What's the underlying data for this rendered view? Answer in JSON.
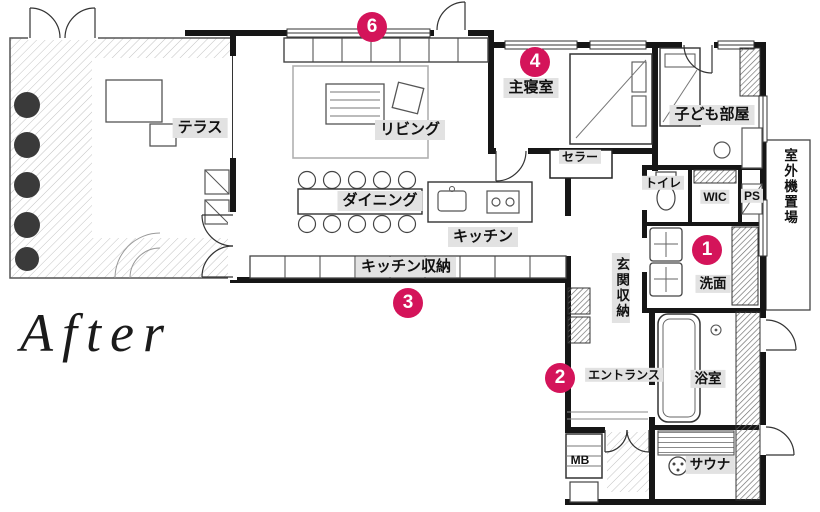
{
  "title": "After",
  "ui_colors": {
    "accent": "#d4145a",
    "label_bg": "#e2e2e2",
    "wall": "#161616"
  },
  "rooms": [
    {
      "id": "terrace",
      "label": "テラス"
    },
    {
      "id": "living",
      "label": "リビング"
    },
    {
      "id": "dining",
      "label": "ダイニング"
    },
    {
      "id": "kitchen",
      "label": "キッチン"
    },
    {
      "id": "kitchen-storage",
      "label": "キッチン収納"
    },
    {
      "id": "master-bedroom",
      "label": "主寝室"
    },
    {
      "id": "cellar",
      "label": "セラー"
    },
    {
      "id": "kids-room",
      "label": "子ども部屋"
    },
    {
      "id": "outdoor-unit",
      "label": "室外機置場"
    },
    {
      "id": "toilet",
      "label": "トイレ"
    },
    {
      "id": "wic",
      "label": "WIC"
    },
    {
      "id": "ps",
      "label": "PS"
    },
    {
      "id": "washroom",
      "label": "洗面"
    },
    {
      "id": "entrance-storage",
      "label": "玄関収納"
    },
    {
      "id": "entrance",
      "label": "エントランス"
    },
    {
      "id": "bathroom",
      "label": "浴室"
    },
    {
      "id": "sauna",
      "label": "サウナ"
    },
    {
      "id": "mb",
      "label": "MB"
    }
  ],
  "markers": [
    {
      "number": "1"
    },
    {
      "number": "2"
    },
    {
      "number": "3"
    },
    {
      "number": "4"
    },
    {
      "number": "6"
    }
  ]
}
